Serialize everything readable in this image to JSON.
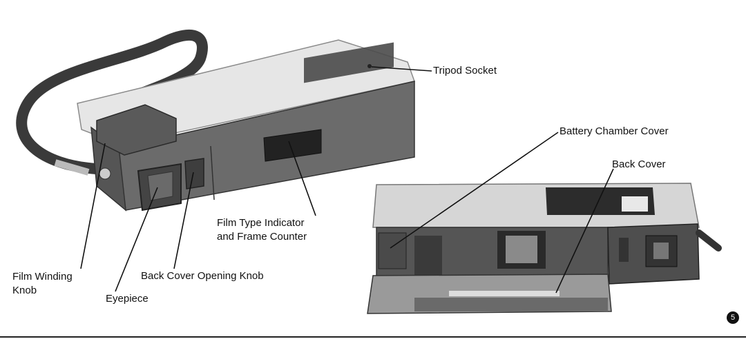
{
  "labels": {
    "tripod_socket": "Tripod Socket",
    "battery_chamber_cover": "Battery Chamber Cover",
    "back_cover": "Back Cover",
    "film_type_indicator_line1": "Film Type Indicator",
    "film_type_indicator_line2": "and Frame Counter",
    "film_winding_knob_line1": "Film Winding",
    "film_winding_knob_line2": "Knob",
    "back_cover_opening_knob": "Back Cover Opening Knob",
    "eyepiece": "Eyepiece"
  },
  "page_number": "5"
}
